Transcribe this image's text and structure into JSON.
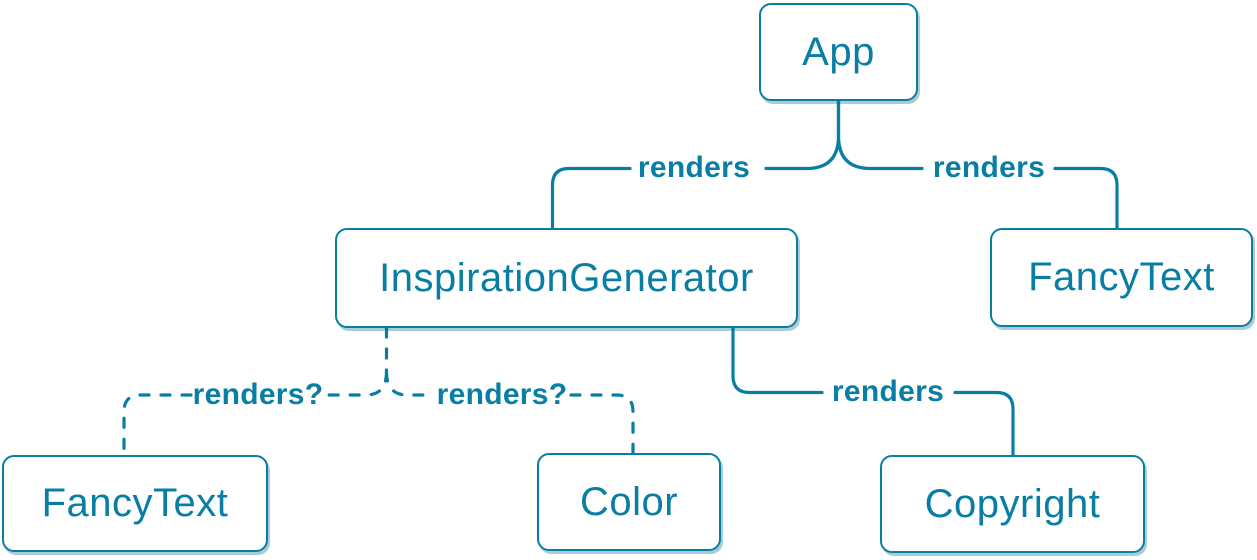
{
  "colors": {
    "accent": "#087ea4",
    "node_background": "#ffffff"
  },
  "nodes": {
    "app": {
      "label": "App"
    },
    "inspiration_generator": {
      "label": "InspirationGenerator"
    },
    "fancy_text_top": {
      "label": "FancyText"
    },
    "fancy_text_bottom": {
      "label": "FancyText"
    },
    "color": {
      "label": "Color"
    },
    "copyright": {
      "label": "Copyright"
    }
  },
  "edges": {
    "app_inspiration": {
      "label": "renders",
      "style": "solid"
    },
    "app_fancytext": {
      "label": "renders",
      "style": "solid"
    },
    "inspiration_fancytext": {
      "label": "renders?",
      "style": "dashed"
    },
    "inspiration_color": {
      "label": "renders?",
      "style": "dashed"
    },
    "inspiration_copyright": {
      "label": "renders",
      "style": "solid"
    }
  }
}
